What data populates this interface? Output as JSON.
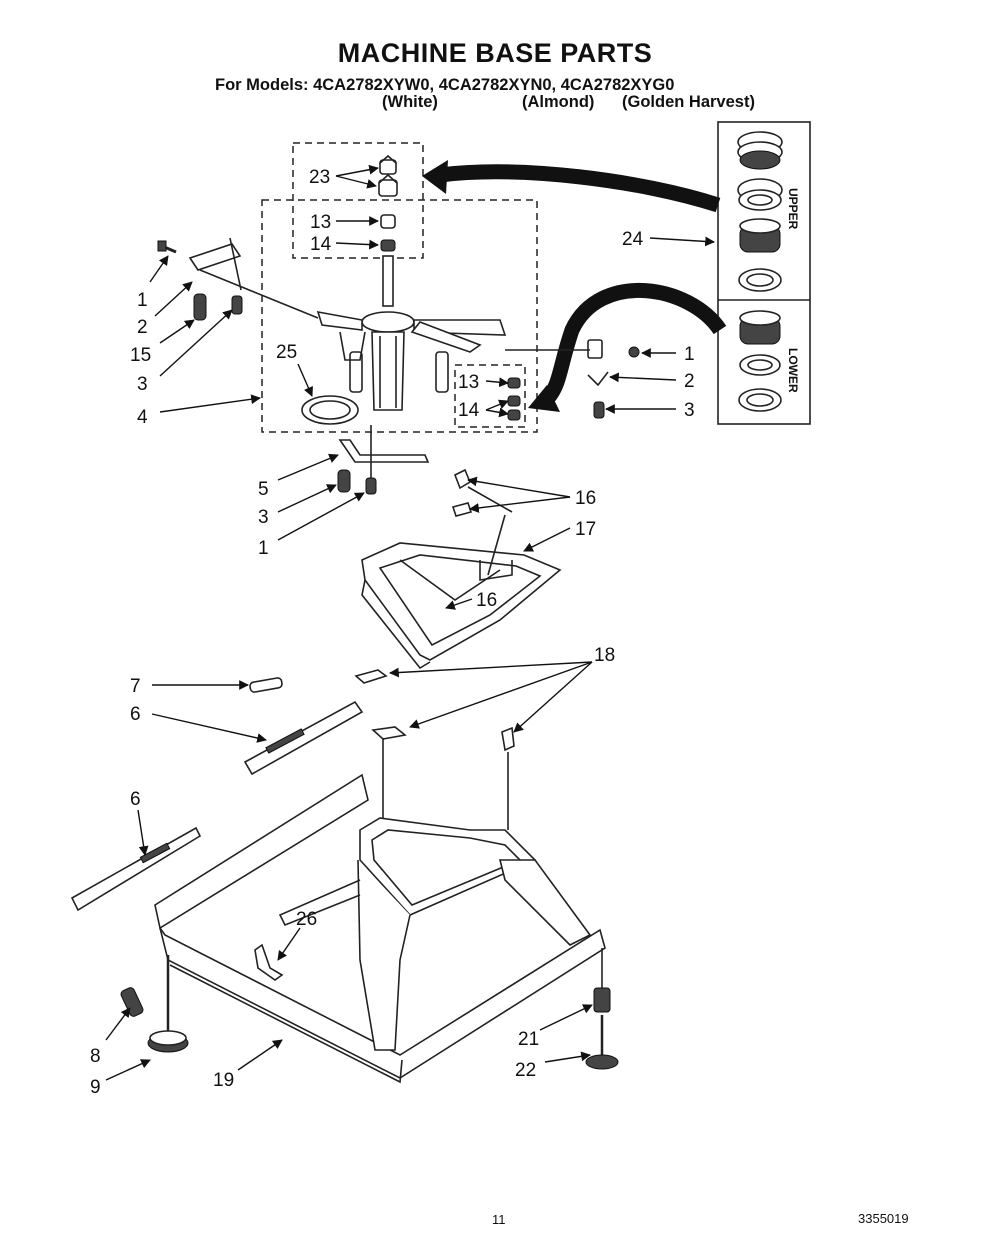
{
  "header": {
    "title": "MACHINE BASE PARTS",
    "models_line": "For Models: 4CA2782XYW0, 4CA2782XYN0, 4CA2782XYG0",
    "color_white": "(White)",
    "color_almond": "(Almond)",
    "color_golden": "(Golden Harvest)"
  },
  "footer": {
    "page": "11",
    "doc_number": "3355019"
  },
  "kit_labels": {
    "upper": "UPPER",
    "lower": "LOWER"
  },
  "callouts": {
    "c23": "23",
    "c13a": "13",
    "c14a": "14",
    "c24": "24",
    "c1a": "1",
    "c2a": "2",
    "c15": "15",
    "c3a": "3",
    "c25": "25",
    "c4": "4",
    "c1b": "1",
    "c2b": "2",
    "c3b": "3",
    "c13b": "13",
    "c14b": "14",
    "c5": "5",
    "c3c": "3",
    "c1c": "1",
    "c16a": "16",
    "c17": "17",
    "c16b": "16",
    "c7": "7",
    "c6a": "6",
    "c18": "18",
    "c6b": "6",
    "c26": "26",
    "c8": "8",
    "c9": "9",
    "c19": "19",
    "c21": "21",
    "c22": "22"
  }
}
